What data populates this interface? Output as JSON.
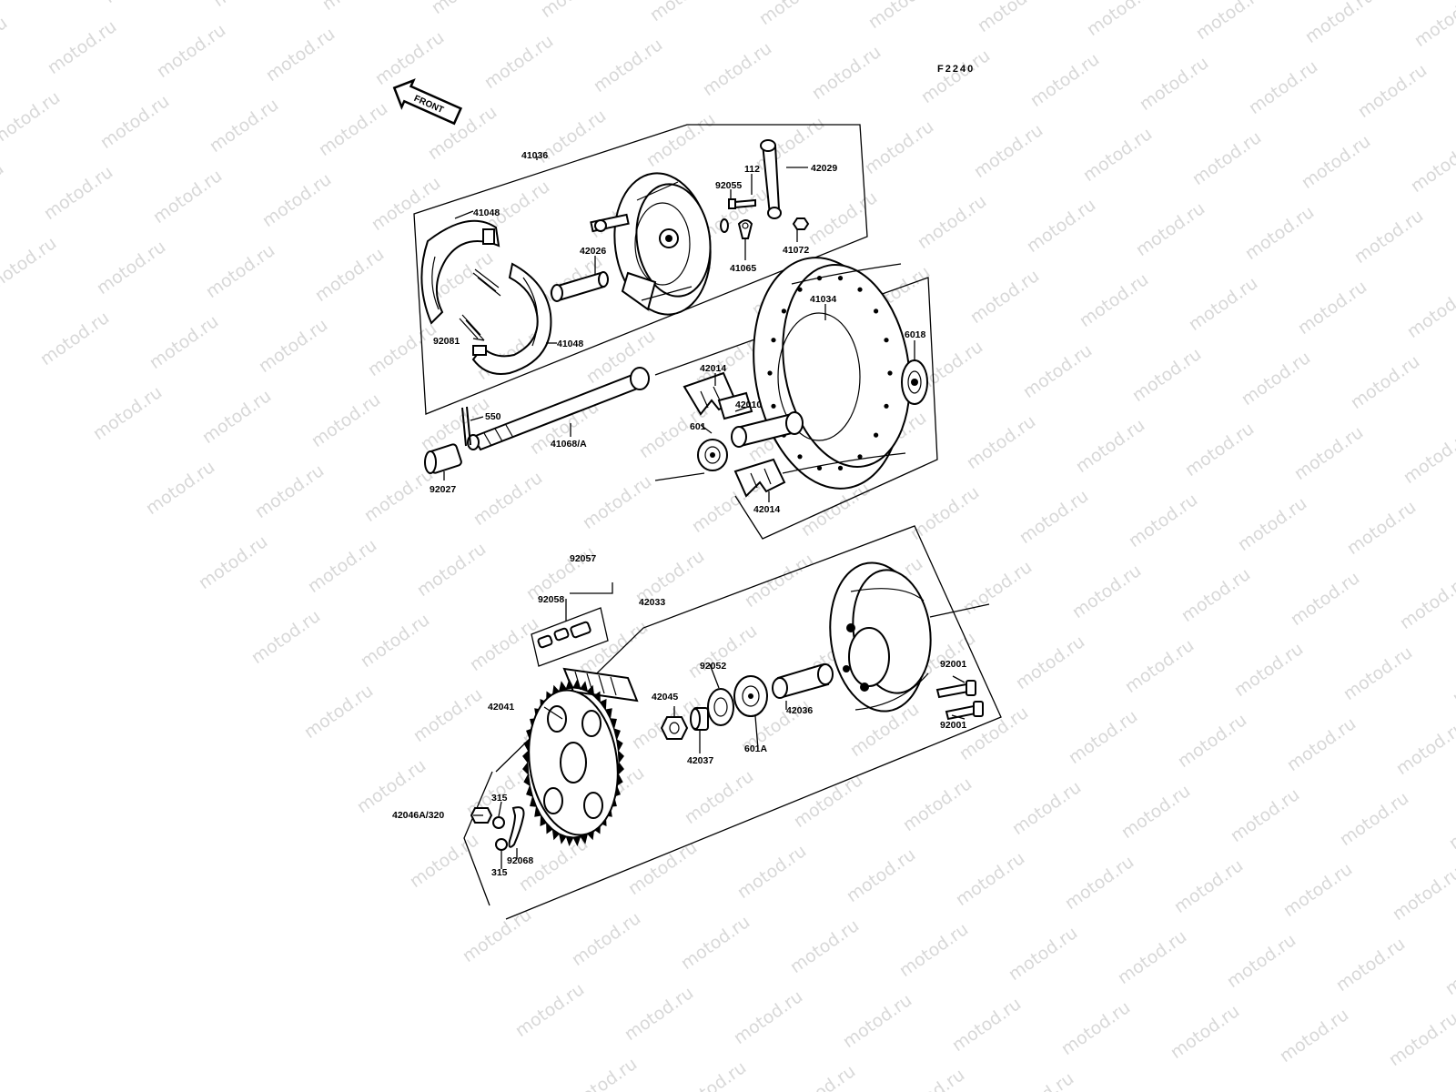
{
  "drawing_code": "F2240",
  "front_label": "FRONT",
  "watermark": "motod.ru",
  "parts": {
    "p41036": "41036",
    "p41048a": "41048",
    "p41048b": "41048",
    "p92081": "92081",
    "p42026": "42026",
    "p92055": "92055",
    "p112": "112",
    "p42029": "42029",
    "p41072": "41072",
    "p41065": "41065",
    "p550": "550",
    "p41068A": "41068/A",
    "p92027": "92027",
    "p41034": "41034",
    "p6018": "6018",
    "p42014a": "42014",
    "p42010": "42010",
    "p601": "601",
    "p42014b": "42014",
    "p92057": "92057",
    "p92058": "92058",
    "p42033": "42033",
    "p92052": "92052",
    "p42045": "42045",
    "p42041": "42041",
    "p42036": "42036",
    "p92001a": "92001",
    "p92001b": "92001",
    "p42037": "42037",
    "p601A": "601A",
    "p315a": "315",
    "p42046A320": "42046A/320",
    "p92068": "92068",
    "p315b": "315"
  }
}
